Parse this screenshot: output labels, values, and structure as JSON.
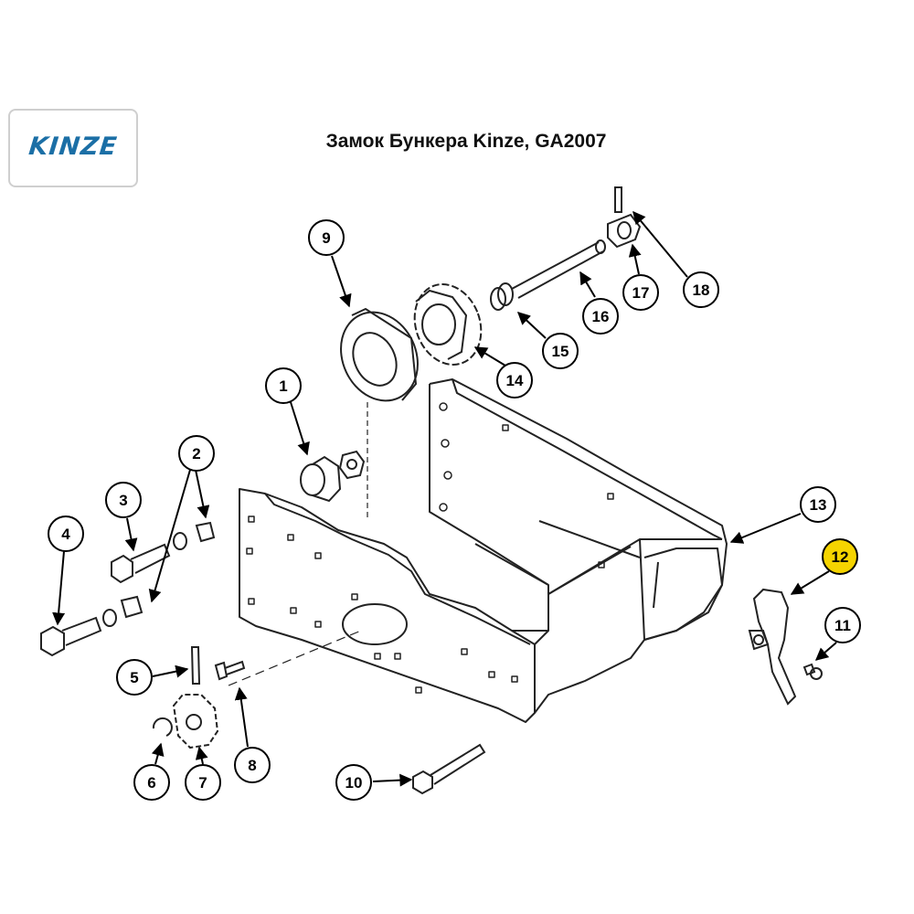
{
  "logo": {
    "text": "KINZE",
    "color": "#1b6fa6"
  },
  "title": "Замок Бункера Kinze, GA2007",
  "highlight_color": "#f5d400",
  "callouts": [
    {
      "id": "1",
      "label": "1"
    },
    {
      "id": "2",
      "label": "2"
    },
    {
      "id": "3",
      "label": "3"
    },
    {
      "id": "4",
      "label": "4"
    },
    {
      "id": "5",
      "label": "5"
    },
    {
      "id": "6",
      "label": "6"
    },
    {
      "id": "7",
      "label": "7"
    },
    {
      "id": "8",
      "label": "8"
    },
    {
      "id": "9",
      "label": "9"
    },
    {
      "id": "10",
      "label": "10"
    },
    {
      "id": "11",
      "label": "11"
    },
    {
      "id": "12",
      "label": "12",
      "highlighted": true
    },
    {
      "id": "13",
      "label": "13"
    },
    {
      "id": "14",
      "label": "14"
    },
    {
      "id": "15",
      "label": "15"
    },
    {
      "id": "16",
      "label": "16"
    },
    {
      "id": "17",
      "label": "17"
    },
    {
      "id": "18",
      "label": "18"
    }
  ]
}
